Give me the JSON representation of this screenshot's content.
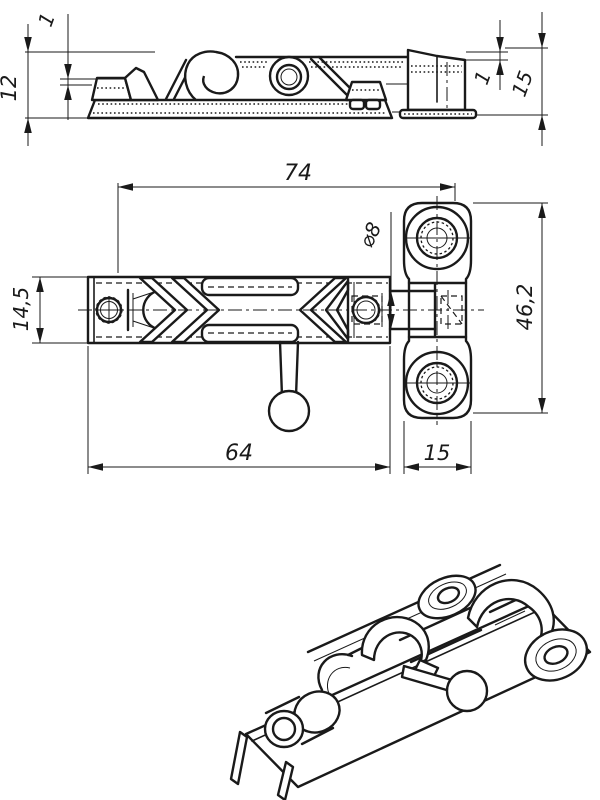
{
  "drawing": {
    "description": "Technical drawing of a surface-mounted door slide bolt latch with keeper plate: side elevation, plan view and isometric view",
    "background_color": "#ffffff",
    "line_color": "#1a1a1a",
    "views": {
      "side": "side elevation view",
      "plan": "plan view",
      "keeper": "keeper side view",
      "iso": "isometric view"
    },
    "dimensions": {
      "side_gap": "1",
      "side_height": "12",
      "keeper_gap": "1",
      "keeper_height": "15",
      "overall_length": "74",
      "bolt_diameter": "⌀8",
      "keeper_plate_length": "46,2",
      "body_width": "14,5",
      "body_length": "64",
      "keeper_width": "15"
    }
  }
}
